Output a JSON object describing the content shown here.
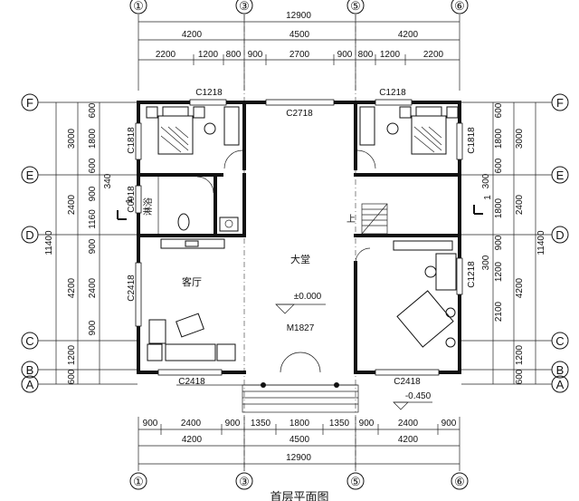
{
  "title": "首层平面图",
  "axes_top": [
    "①",
    "③",
    "⑤",
    "⑥"
  ],
  "axes_bottom": [
    "①",
    "③",
    "⑤",
    "⑥"
  ],
  "axes_left": [
    "F",
    "E",
    "D",
    "C",
    "B",
    "A"
  ],
  "axes_right": [
    "F",
    "E",
    "D",
    "C",
    "B",
    "A"
  ],
  "dims": {
    "overall_w": "12900",
    "top_mid": [
      "4200",
      "4500",
      "4200"
    ],
    "top_detail": [
      "2200",
      "1200",
      "800",
      "900",
      "2700",
      "900",
      "800",
      "1200",
      "2200"
    ],
    "bottom_detail": [
      "900",
      "2400",
      "900",
      "1350",
      "1800",
      "1350",
      "900",
      "2400",
      "900"
    ],
    "bottom_mid": [
      "4200",
      "4500",
      "4200"
    ],
    "overall_h": "11400",
    "left_mid": [
      "3000",
      "2400",
      "4200",
      "1200",
      "600"
    ],
    "left_detail": [
      "600",
      "1800",
      "600",
      "900",
      "340",
      "1160",
      "900",
      "2400",
      "900"
    ],
    "right_mid": [
      "3000",
      "2400",
      "4200",
      "1200",
      "600"
    ],
    "right_detail": [
      "600",
      "1800",
      "600",
      "300",
      "1800",
      "900",
      "300",
      "1200",
      "2100"
    ]
  },
  "windows": {
    "top_left": "C1218",
    "top_mid": "C2718",
    "top_right": "C1218",
    "left_upper": "C1818",
    "right_upper": "C1818",
    "bath": "C0918",
    "left_lower": "C2418",
    "right_lower": "C1218",
    "bottom_left": "C2418",
    "bottom_right": "C2418"
  },
  "rooms": {
    "hall": "大堂",
    "living": "客厅",
    "bath": "淋浴",
    "stair": "上"
  },
  "door_main": "M1827",
  "level_inside": "±0.000",
  "level_outside": "-0.450",
  "section_mark": "1"
}
